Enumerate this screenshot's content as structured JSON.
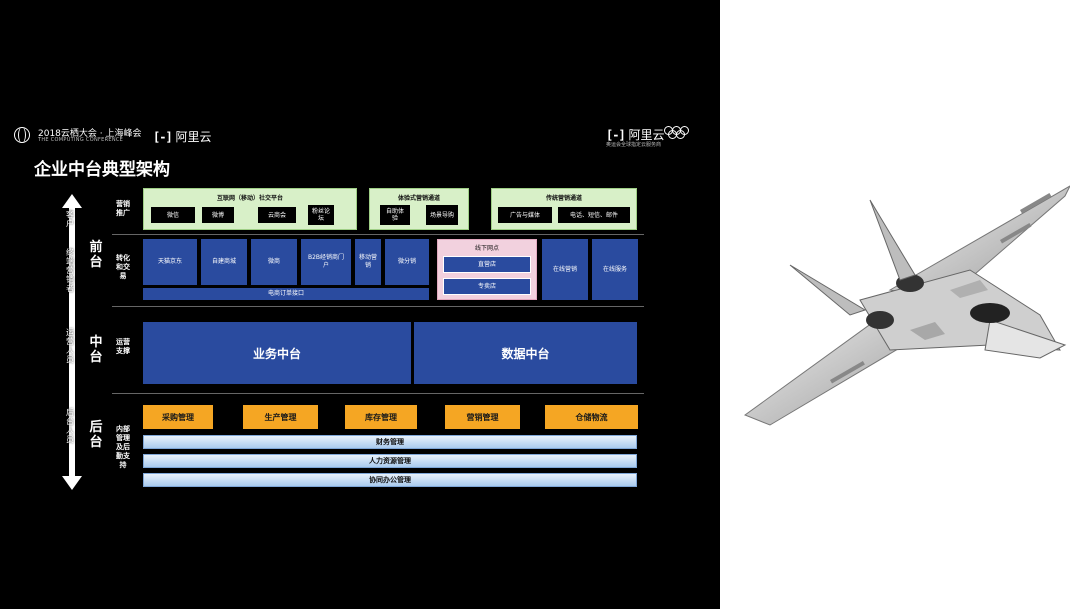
{
  "header": {
    "conference": "2018云栖大会 · 上海峰会",
    "conference_en": "THE COMPUTING CONFERENCE",
    "brand_left": "阿里云",
    "brand_right": "阿里云",
    "brand_right_sub": "奥运会全球指定云服务商",
    "title": "企业中台典型架构"
  },
  "axis": {
    "top_label": "客户",
    "front_actor": "终端营销者",
    "middle_actor": "运营人员",
    "back_actor": "后台人员"
  },
  "layers": {
    "front": "前台",
    "middle": "中台",
    "back": "后台"
  },
  "rows": {
    "marketing": "营销推广",
    "conversion": "转化和交易",
    "operation": "运营支撑",
    "internal": "内部管理及后勤支持"
  },
  "marketing": {
    "groups": [
      {
        "title": "互联网（移动）社交平台",
        "items": [
          "微信",
          "微博",
          "云商会",
          "粉丝论坛"
        ]
      },
      {
        "title": "体验式营销通道",
        "items": [
          "自助体验",
          "场景导购"
        ]
      },
      {
        "title": "传统营销通道",
        "items": [
          "广告与媒体",
          "电话、短信、邮件"
        ]
      }
    ]
  },
  "conversion": {
    "channels": [
      "天猫京东",
      "自建商城",
      "微商",
      "B2B经销商门户",
      "移动营销",
      "微分销"
    ],
    "order_interface": "电商订单接口",
    "offline": {
      "title": "线下网点",
      "items": [
        "直营店",
        "专卖店"
      ]
    },
    "online": [
      "在线营销",
      "在线服务"
    ]
  },
  "middle": {
    "business": "业务中台",
    "data": "数据中台"
  },
  "back": {
    "modules": [
      "采购管理",
      "生产管理",
      "库存管理",
      "营销管理",
      "仓储物流"
    ],
    "bars": [
      "财务管理",
      "人力资源管理",
      "协同办公管理"
    ]
  },
  "colors": {
    "green_panel": "#d8f0c8",
    "blue_block": "#2a4b9f",
    "pink_panel": "#f2d1de",
    "orange_module": "#f5a623",
    "slide_bg": "#000000"
  },
  "icons": [
    "globe-icon",
    "aliyun-bracket-icon",
    "olympic-rings-icon",
    "fighter-jet-icon"
  ]
}
